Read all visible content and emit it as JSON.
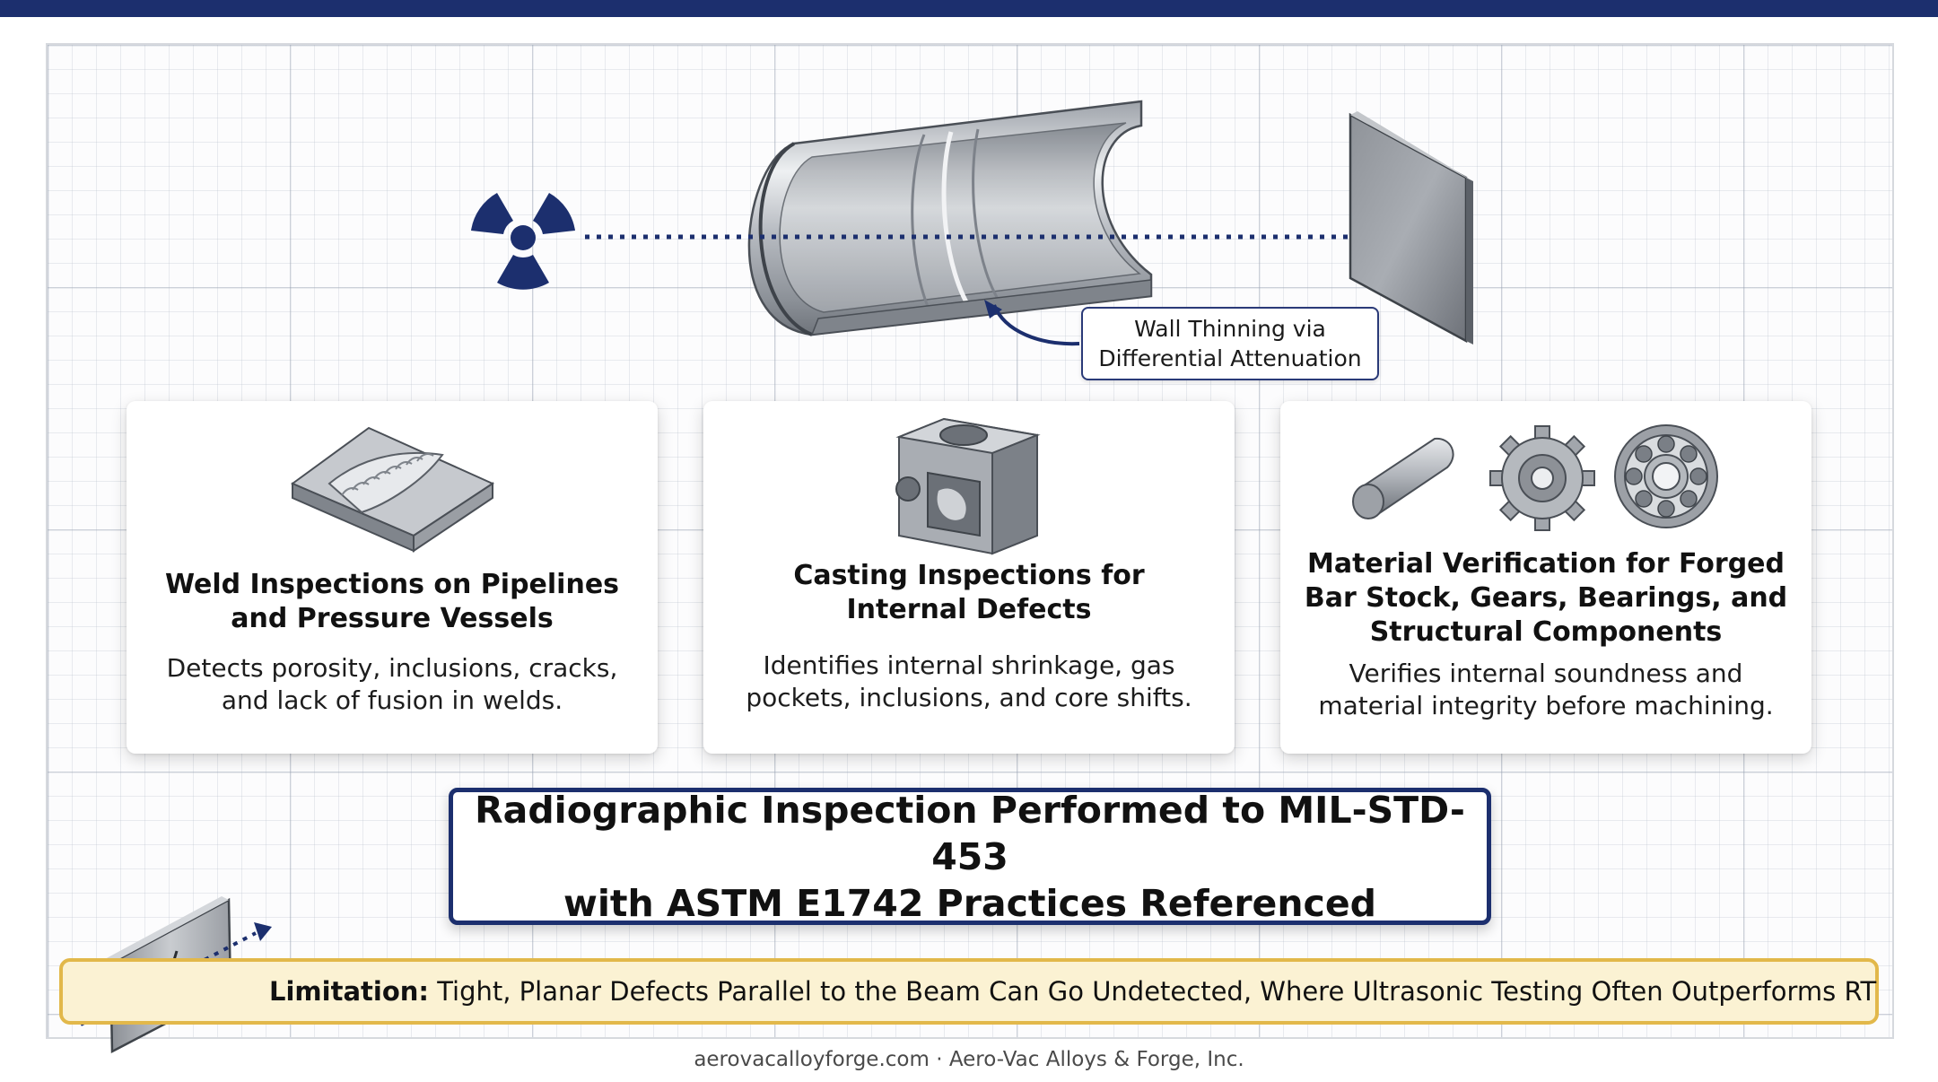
{
  "diagram": {
    "callout": "Wall Thinning via\nDifferential Attenuation"
  },
  "cards": [
    {
      "title": "Weld Inspections on Pipelines\nand Pressure Vessels",
      "description": "Detects porosity, inclusions, cracks,\nand lack of fusion in welds."
    },
    {
      "title": "Casting Inspections for\nInternal Defects",
      "description": "Identifies internal shrinkage, gas\npockets, inclusions, and core shifts."
    },
    {
      "title": "Material Verification for Forged\nBar Stock, Gears, Bearings, and\nStructural Components",
      "description": "Verifies internal soundness and\nmaterial integrity before machining."
    }
  ],
  "banner": {
    "text": "Radiographic Inspection Performed to MIL-STD-453\nwith ASTM E1742 Practices Referenced"
  },
  "limitation": {
    "label": "Limitation:",
    "text": " Tight, Planar Defects Parallel to the Beam Can Go Undetected, Where Ultrasonic Testing Often Outperforms RT"
  },
  "footer": {
    "text": "aerovacalloyforge.com · Aero-Vac Alloys & Forge, Inc."
  },
  "colors": {
    "navy": "#1c2f6e",
    "limitation_fill": "#fbf2d3",
    "limitation_border": "#e2b84a"
  }
}
